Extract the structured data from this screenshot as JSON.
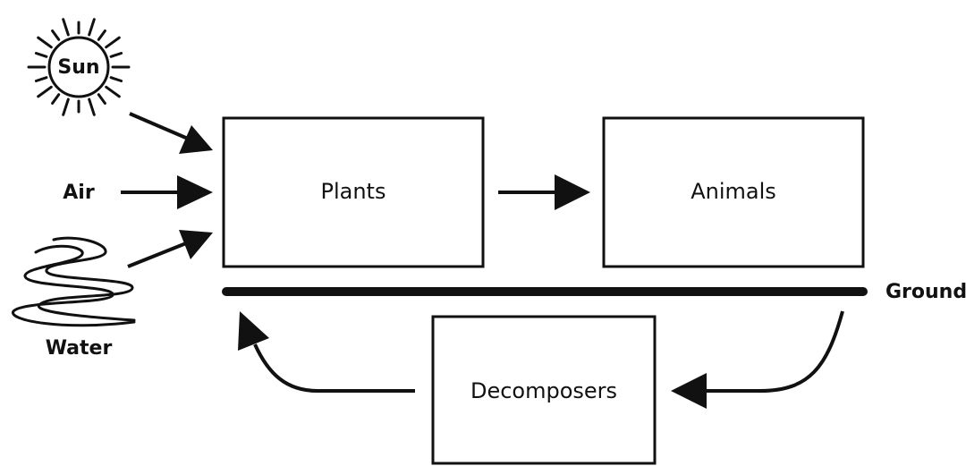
{
  "diagram": {
    "nodes": {
      "sun": "Sun",
      "air": "Air",
      "water": "Water",
      "plants": "Plants",
      "animals": "Animals",
      "decomposers": "Decomposers",
      "ground": "Ground"
    },
    "edges": [
      {
        "from": "sun",
        "to": "plants"
      },
      {
        "from": "air",
        "to": "plants"
      },
      {
        "from": "water",
        "to": "plants"
      },
      {
        "from": "plants",
        "to": "animals"
      },
      {
        "from": "animals",
        "to": "decomposers"
      },
      {
        "from": "decomposers",
        "to": "plants"
      }
    ]
  }
}
